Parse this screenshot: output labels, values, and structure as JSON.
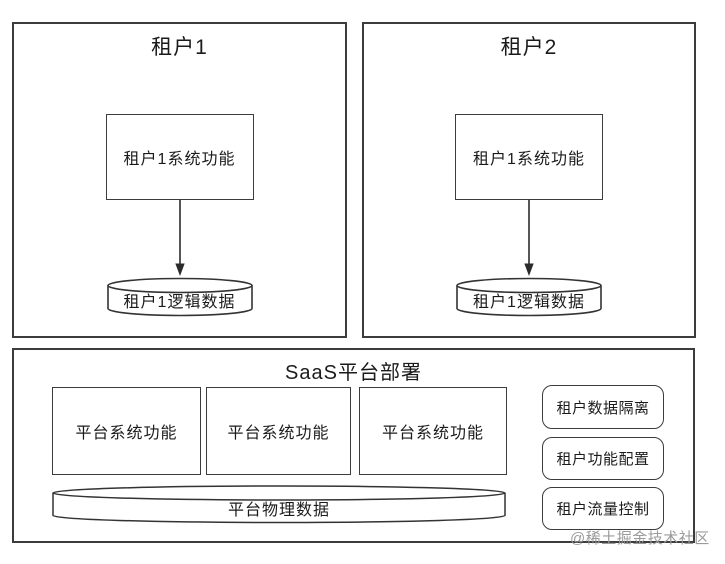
{
  "colors": {
    "background": "#ffffff",
    "stroke": "#3c3c3c",
    "text": "#1b1b1b",
    "watermark": "#9b9b9b"
  },
  "tenant_panels": [
    {
      "title": "租户1",
      "function_box_label": "租户1系统功能",
      "datastore_label": "租户1逻辑数据"
    },
    {
      "title": "租户2",
      "function_box_label": "租户1系统功能",
      "datastore_label": "租户1逻辑数据"
    }
  ],
  "platform_panel": {
    "title": "SaaS平台部署",
    "function_boxes": [
      "平台系统功能",
      "平台系统功能",
      "平台系统功能"
    ],
    "datastore_label": "平台物理数据",
    "feature_badges": [
      "租户数据隔离",
      "租户功能配置",
      "租户流量控制"
    ]
  },
  "watermark": "@稀土掘金技术社区"
}
